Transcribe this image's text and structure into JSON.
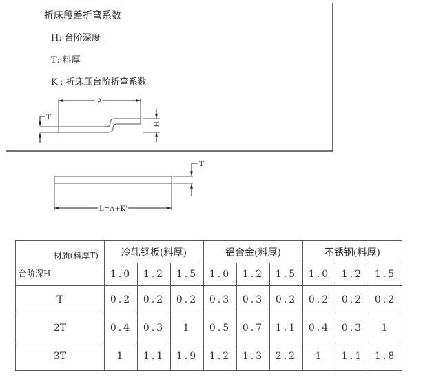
{
  "header": {
    "title": "折床段差折弯系数",
    "legend": [
      "H: 台阶深度",
      "T: 料厚",
      "K': 折床压台阶折弯系数"
    ]
  },
  "diagram1": {
    "dim_a": "A",
    "dim_t": "T",
    "dim_h": "H"
  },
  "diagram2": {
    "dim_l": "L=A+K'",
    "dim_t": "T"
  },
  "table": {
    "corner_top": "材质(料厚T)",
    "corner_bottom": "台阶深H",
    "materials": [
      "冷轧钢板(料厚)",
      "铝合金(料厚)",
      "不锈钢(料厚)"
    ],
    "thicknesses": [
      "1.0",
      "1.2",
      "1.5",
      "1.0",
      "1.2",
      "1.5",
      "1.0",
      "1.2",
      "1.5"
    ],
    "rows": [
      {
        "label": "T",
        "values": [
          "0.2",
          "0.2",
          "0.2",
          "0.3",
          "0.3",
          "0.2",
          "0.2",
          "0.2",
          "0.2"
        ]
      },
      {
        "label": "2T",
        "values": [
          "0.4",
          "0.3",
          "1",
          "0.5",
          "0.7",
          "1.1",
          "0.4",
          "0.3",
          "1"
        ]
      },
      {
        "label": "3T",
        "values": [
          "1",
          "1.1",
          "1.9",
          "1.2",
          "1.3",
          "2.2",
          "1",
          "1.1",
          "1.8"
        ]
      }
    ]
  }
}
